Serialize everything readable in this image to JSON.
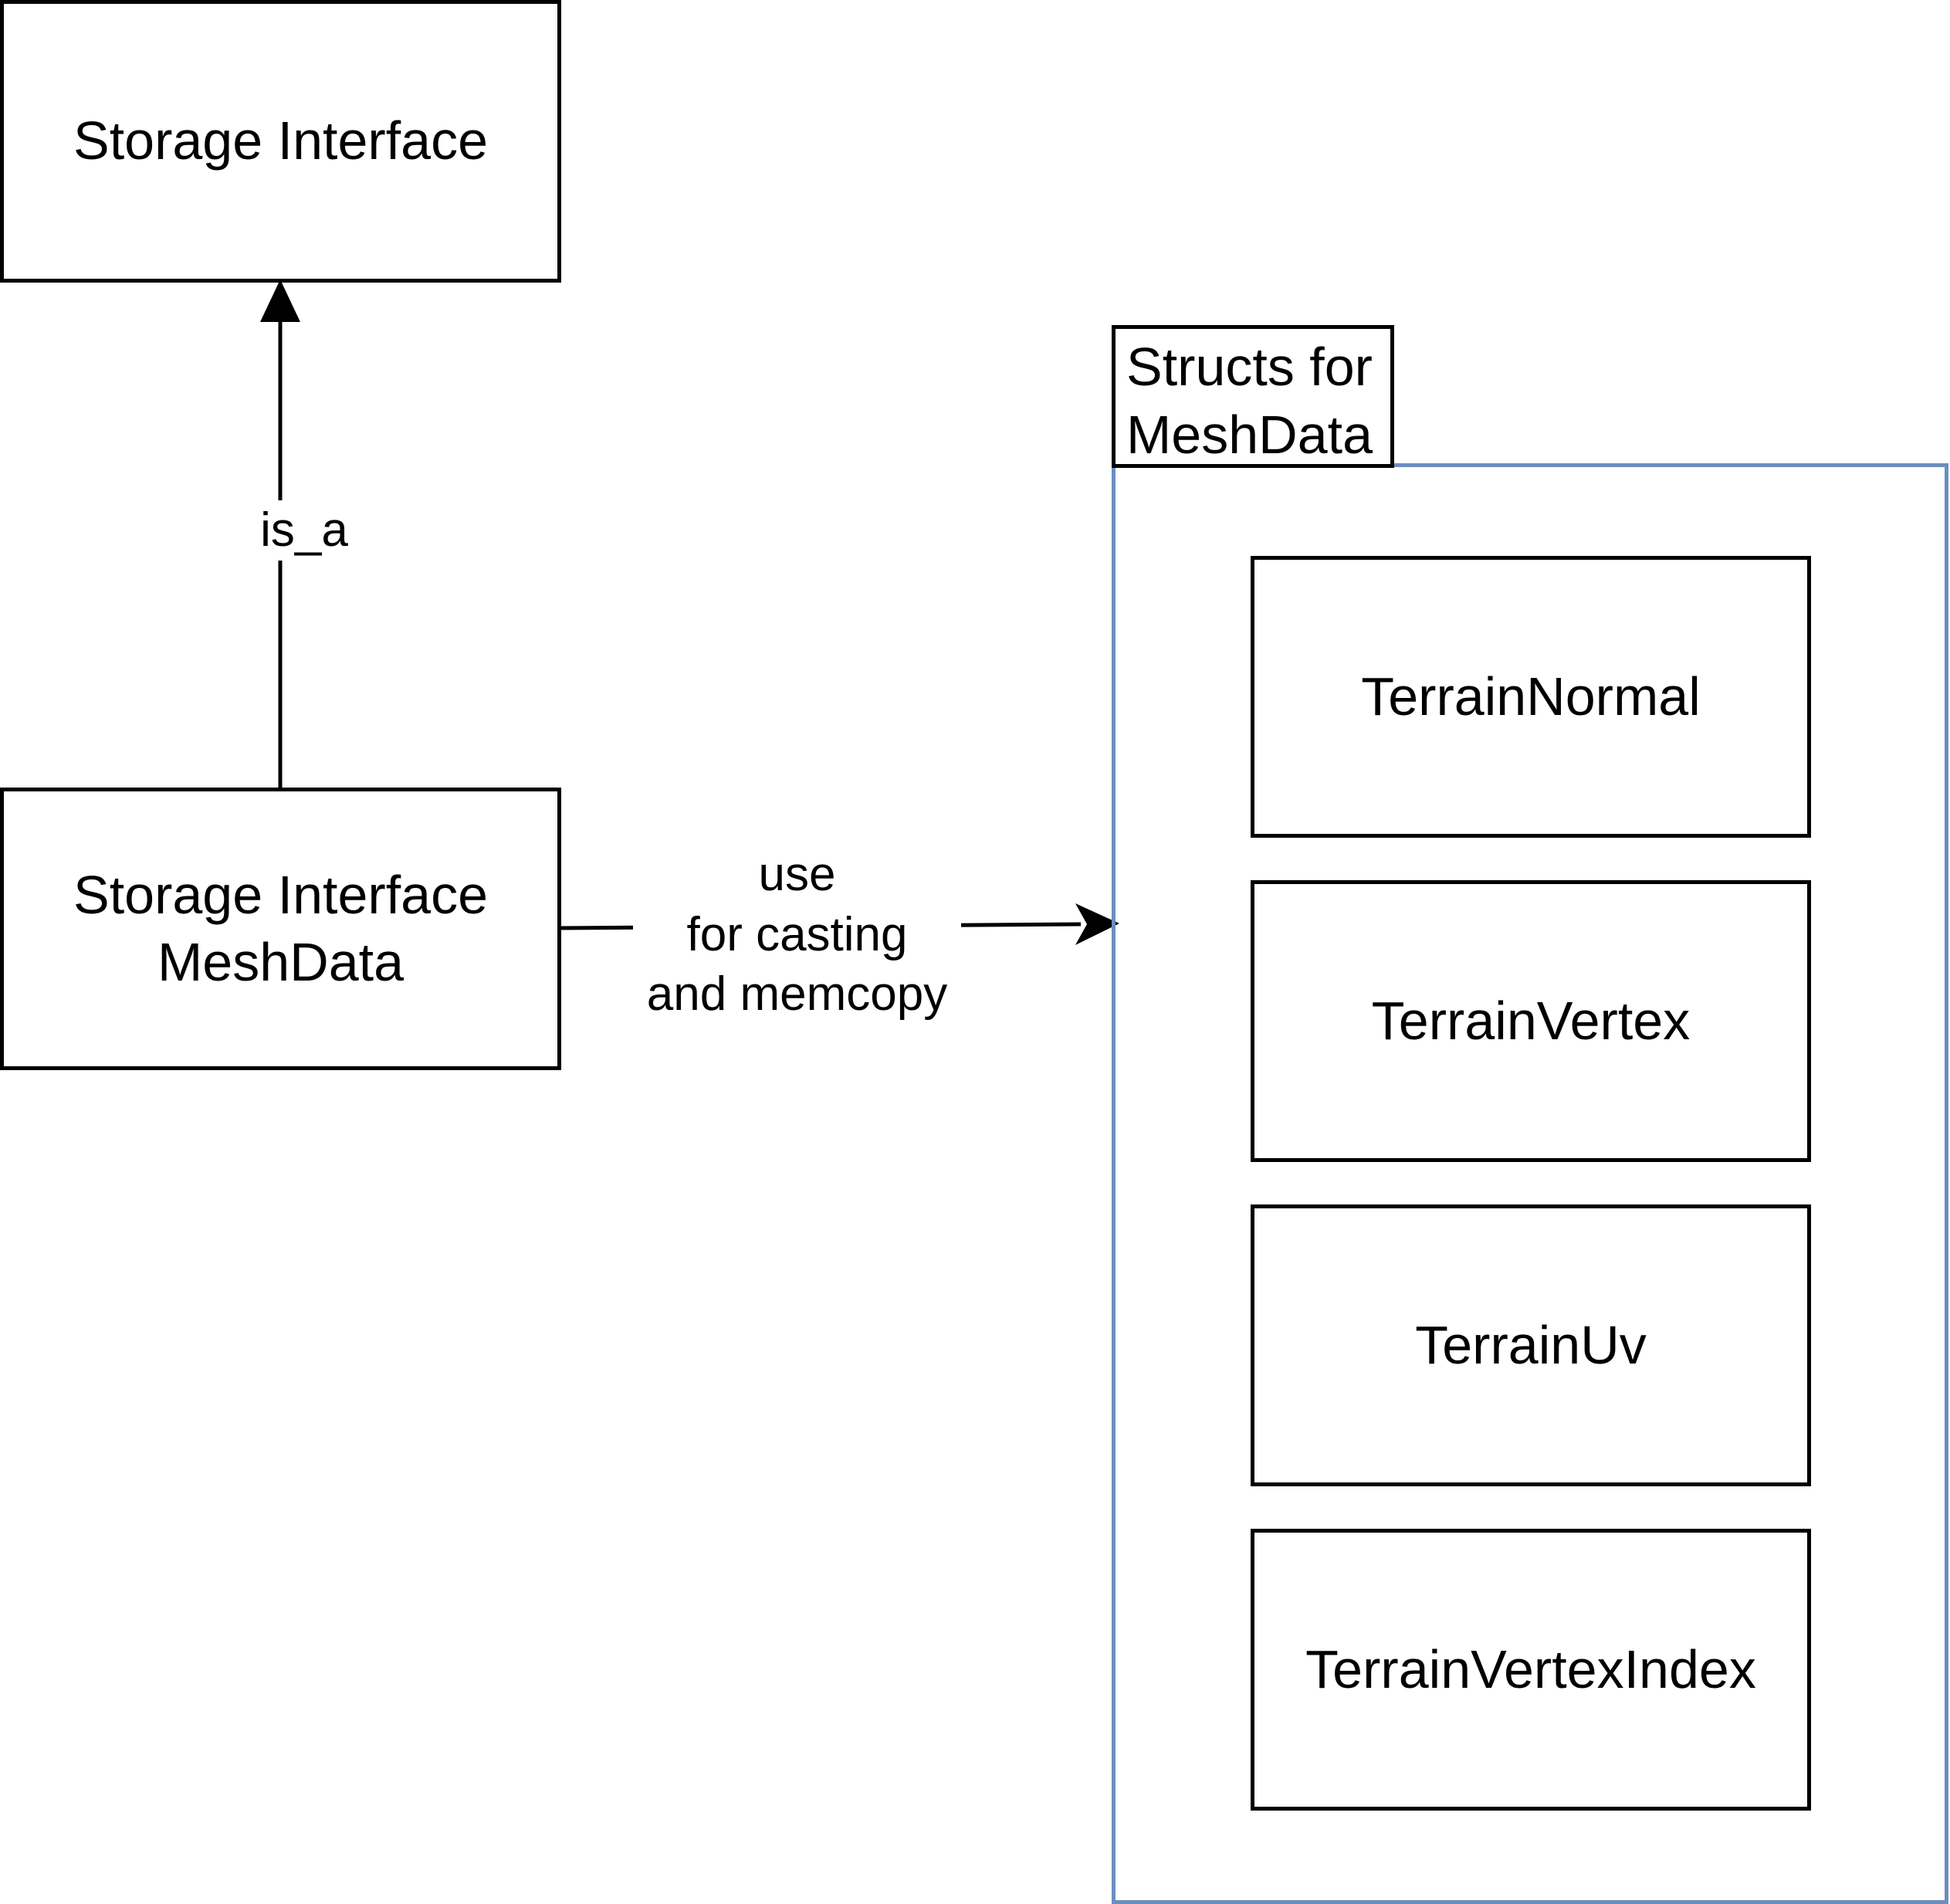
{
  "nodes": {
    "storage_interface": "Storage Interface",
    "storage_interface_meshdata": "Storage Interface\nMeshData",
    "structs_title": "Structs for\nMeshData",
    "structs": [
      "TerrainNormal",
      "TerrainVertex",
      "TerrainUv",
      "TerrainVertexIndex"
    ]
  },
  "edges": {
    "is_a_label": "is_a",
    "use_label": "use\nfor casting\nand memcopy"
  },
  "colors": {
    "line": "#000000",
    "container_border": "#6c8ebf",
    "background": "#ffffff"
  }
}
